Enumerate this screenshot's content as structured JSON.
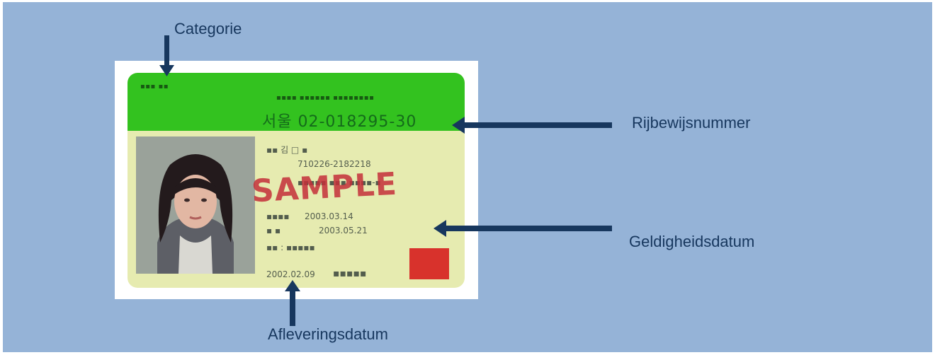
{
  "labels": {
    "category": "Categorie",
    "license_number": "Rijbewijsnummer",
    "validity_date": "Geldigheidsdatum",
    "issue_date": "Afleveringsdatum"
  },
  "card": {
    "number": "서울 02-018295-30",
    "stamp": "SAMPLE",
    "issue_date": "2002.02.09",
    "valid_until": "2003.03.14",
    "expiry": "2003.05.21"
  },
  "colors": {
    "background": "#95b3d7",
    "label_text": "#17375e",
    "arrow": "#17375e",
    "card_band": "#33c21f",
    "card_body": "#e6ebb0",
    "stamp": "#c4303a"
  },
  "icons": [
    "arrow-down-icon",
    "arrow-left-icon",
    "arrow-up-icon",
    "photo-portrait-icon",
    "seal-icon"
  ]
}
